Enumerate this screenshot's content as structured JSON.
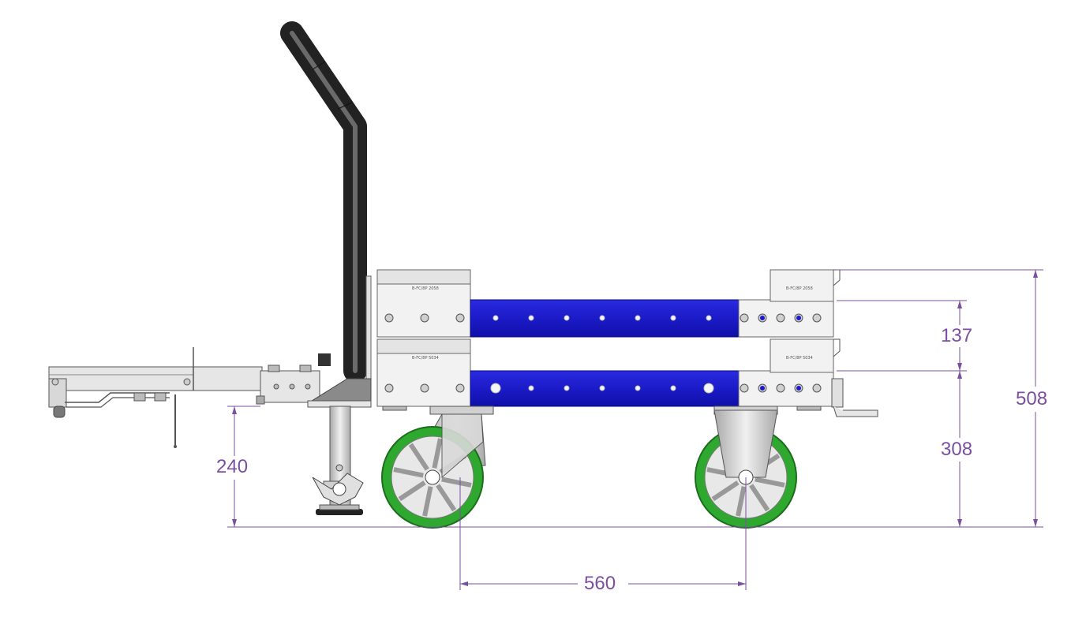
{
  "colors": {
    "dimension": "#7b4fa0",
    "beam_blue": "#1a1acc",
    "wheel_green": "#2fa82f",
    "frame_grey": "#d9d9d9",
    "handle_black": "#2b2b2b",
    "outline": "#555555"
  },
  "dimensions": {
    "overall_height": "508",
    "tier_spacing": "137",
    "lower_deck_height": "308",
    "tow_height": "240",
    "wheelbase": "560"
  },
  "plates": {
    "upper_left": "B-FC/8P 2058",
    "upper_right": "B-FC/8P 2058",
    "lower_left": "B-FC/8P 5034",
    "lower_right": "B-FC/8P 5034"
  }
}
